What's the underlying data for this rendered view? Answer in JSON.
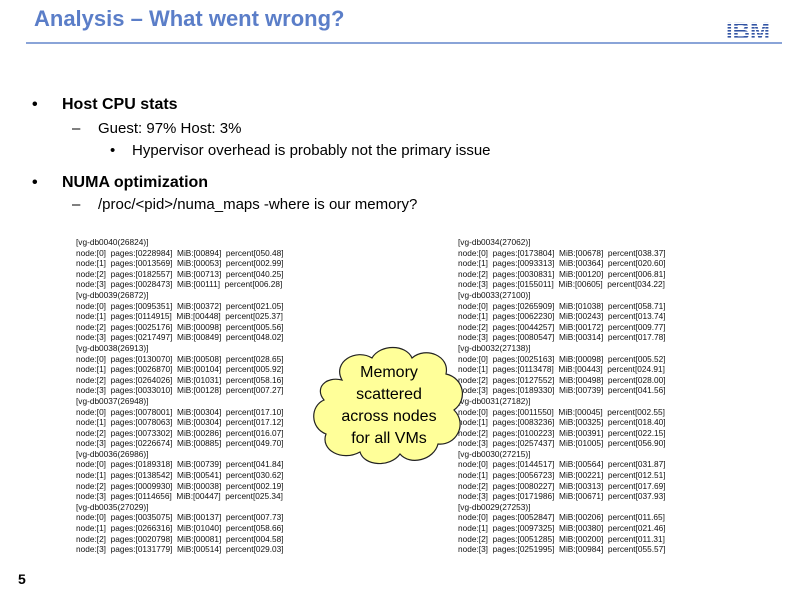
{
  "slide": {
    "title": "Analysis – What went wrong?",
    "logo_text": "IBM",
    "page_number": "5"
  },
  "bullets": {
    "host_cpu": "Host CPU stats",
    "guest_host": "Guest: 97%  Host: 3%",
    "hypervisor": "Hypervisor overhead is probably not the primary issue",
    "numa": "NUMA optimization",
    "numa_maps": "/proc/<pid>/numa_maps  -where is our memory?"
  },
  "callout": {
    "lines": [
      "Memory",
      "scattered",
      "across nodes",
      "for all VMs"
    ]
  },
  "stats_left": [
    "[vg-db0040(26824)]",
    "node:[0]  pages:[0228984]  MiB:[00894]  percent[050.48]",
    "node:[1]  pages:[0013569]  MiB:[00053]  percent[002.99]",
    "node:[2]  pages:[0182557]  MiB:[00713]  percent[040.25]",
    "node:[3]  pages:[0028473]  MiB:[00111]  percent[006.28]",
    "[vg-db0039(26872)]",
    "node:[0]  pages:[0095351]  MiB:[00372]  percent[021.05]",
    "node:[1]  pages:[0114915]  MiB:[00448]  percent[025.37]",
    "node:[2]  pages:[0025176]  MiB:[00098]  percent[005.56]",
    "node:[3]  pages:[0217497]  MiB:[00849]  percent[048.02]",
    "[vg-db0038(26913)]",
    "node:[0]  pages:[0130070]  MiB:[00508]  percent[028.65]",
    "node:[1]  pages:[0026870]  MiB:[00104]  percent[005.92]",
    "node:[2]  pages:[0264026]  MiB:[01031]  percent[058.16]",
    "node:[3]  pages:[0033010]  MiB:[00128]  percent[007.27]",
    "[vg-db0037(26948)]",
    "node:[0]  pages:[0078001]  MiB:[00304]  percent[017.10]",
    "node:[1]  pages:[0078063]  MiB:[00304]  percent[017.12]",
    "node:[2]  pages:[0073302]  MiB:[00286]  percent[016.07]",
    "node:[3]  pages:[0226674]  MiB:[00885]  percent[049.70]",
    "[vg-db0036(26986)]",
    "node:[0]  pages:[0189318]  MiB:[00739]  percent[041.84]",
    "node:[1]  pages:[0138542]  MiB:[00541]  percent[030.62]",
    "node:[2]  pages:[0009930]  MiB:[00038]  percent[002.19]",
    "node:[3]  pages:[0114656]  MiB:[00447]  percent[025.34]",
    "[vg-db0035(27029)]",
    "node:[0]  pages:[0035075]  MiB:[00137]  percent[007.73]",
    "node:[1]  pages:[0266316]  MiB:[01040]  percent[058.66]",
    "node:[2]  pages:[0020798]  MiB:[00081]  percent[004.58]",
    "node:[3]  pages:[0131779]  MiB:[00514]  percent[029.03]"
  ],
  "stats_right": [
    "[vg-db0034(27062)]",
    "node:[0]  pages:[0173804]  MiB:[00678]  percent[038.37]",
    "node:[1]  pages:[0093313]  MiB:[00364]  percent[020.60]",
    "node:[2]  pages:[0030831]  MiB:[00120]  percent[006.81]",
    "node:[3]  pages:[0155011]  MiB:[00605]  percent[034.22]",
    "[vg-db0033(27100)]",
    "node:[0]  pages:[0265909]  MiB:[01038]  percent[058.71]",
    "node:[1]  pages:[0062230]  MiB:[00243]  percent[013.74]",
    "node:[2]  pages:[0044257]  MiB:[00172]  percent[009.77]",
    "node:[3]  pages:[0080547]  MiB:[00314]  percent[017.78]",
    "[vg-db0032(27138)]",
    "node:[0]  pages:[0025163]  MiB:[00098]  percent[005.52]",
    "node:[1]  pages:[0113478]  MiB:[00443]  percent[024.91]",
    "node:[2]  pages:[0127552]  MiB:[00498]  percent[028.00]",
    "node:[3]  pages:[0189330]  MiB:[00739]  percent[041.56]",
    "[vg-db0031(27182)]",
    "node:[0]  pages:[0011550]  MiB:[00045]  percent[002.55]",
    "node:[1]  pages:[0083236]  MiB:[00325]  percent[018.40]",
    "node:[2]  pages:[0100223]  MiB:[00391]  percent[022.15]",
    "node:[3]  pages:[0257437]  MiB:[01005]  percent[056.90]",
    "[vg-db0030(27215)]",
    "node:[0]  pages:[0144517]  MiB:[00564]  percent[031.87]",
    "node:[1]  pages:[0056723]  MiB:[00221]  percent[012.51]",
    "node:[2]  pages:[0080227]  MiB:[00313]  percent[017.69]",
    "node:[3]  pages:[0171986]  MiB:[00671]  percent[037.93]",
    "[vg-db0029(27253)]",
    "node:[0]  pages:[0052847]  MiB:[00206]  percent[011.65]",
    "node:[1]  pages:[0097325]  MiB:[00380]  percent[021.46]",
    "node:[2]  pages:[0051285]  MiB:[00200]  percent[011.31]",
    "node:[3]  pages:[0251995]  MiB:[00984]  percent[055.57]"
  ]
}
